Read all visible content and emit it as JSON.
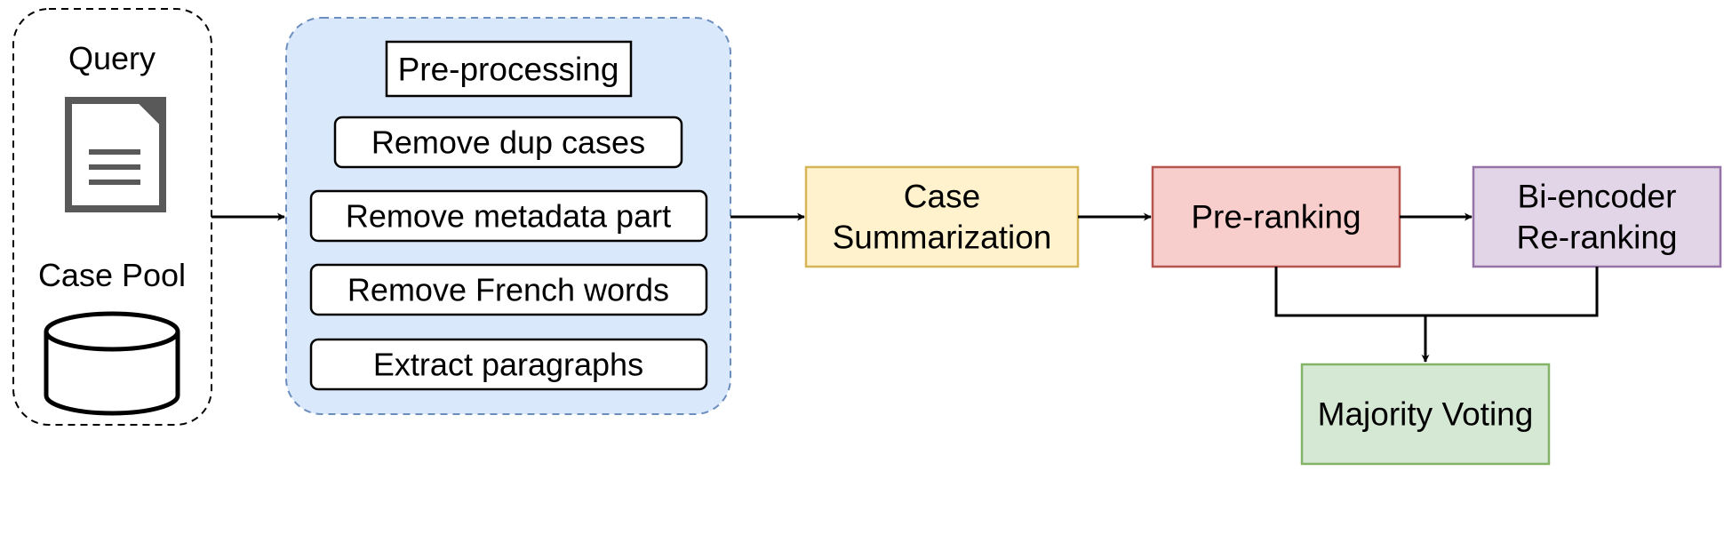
{
  "input": {
    "query_label": "Query",
    "pool_label": "Case Pool",
    "query_icon": "document-icon",
    "pool_icon": "database-icon"
  },
  "preprocessing": {
    "title": "Pre-processing",
    "steps": [
      "Remove dup cases",
      "Remove metadata part",
      "Remove French words",
      "Extract paragraphs"
    ]
  },
  "summarization": {
    "line1": "Case",
    "line2": "Summarization"
  },
  "preranking": {
    "label": "Pre-ranking"
  },
  "reranking": {
    "line1": "Bi-encoder",
    "line2": "Re-ranking"
  },
  "voting": {
    "label": "Majority Voting"
  },
  "colors": {
    "preprocessing_fill": "#dae8fc",
    "preprocessing_stroke": "#6c8ebf",
    "summarization_fill": "#fff2cc",
    "summarization_stroke": "#d6b656",
    "preranking_fill": "#f8cecc",
    "preranking_stroke": "#b85450",
    "reranking_fill": "#e1d5e7",
    "reranking_stroke": "#9673a6",
    "voting_fill": "#d5e8d4",
    "voting_stroke": "#82b366",
    "icon_color": "#595959"
  }
}
